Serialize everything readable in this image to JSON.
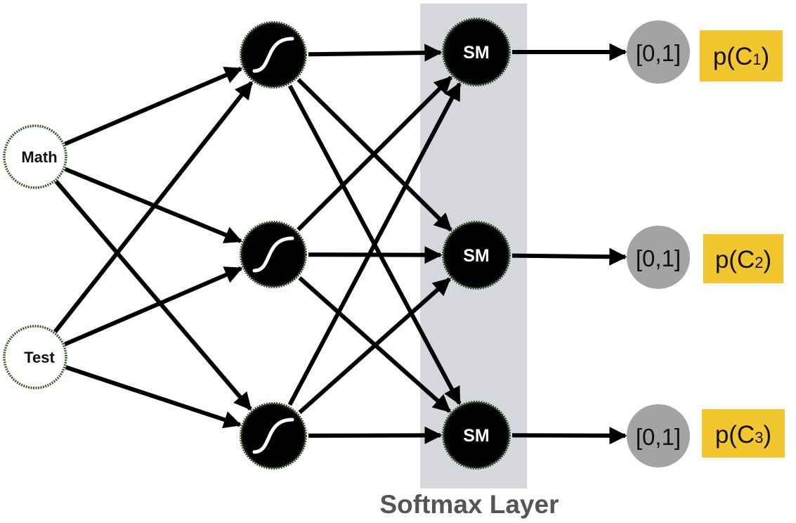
{
  "inputs": [
    {
      "label": "Math"
    },
    {
      "label": "Test"
    }
  ],
  "hidden_layer": {
    "node_count": 3,
    "activation_icon": "sigmoid-icon"
  },
  "softmax_nodes": [
    {
      "label": "SM"
    },
    {
      "label": "SM"
    },
    {
      "label": "SM"
    }
  ],
  "outputs": [
    {
      "range": "[0,1]",
      "prob": "p(C",
      "sub": "1",
      "close": ")"
    },
    {
      "range": "[0,1]",
      "prob": "p(C",
      "sub": "2",
      "close": ")"
    },
    {
      "range": "[0,1]",
      "prob": "p(C",
      "sub": "3",
      "close": ")"
    }
  ],
  "softmax_layer_label": "Softmax Layer",
  "colors": {
    "band": "#d5d7dc",
    "node_fill": "#000000",
    "node_rim": "#2f4a25",
    "output_node": "#a3a3a3",
    "prob_box": "#f1c62f",
    "softmax_label": "#555555"
  }
}
